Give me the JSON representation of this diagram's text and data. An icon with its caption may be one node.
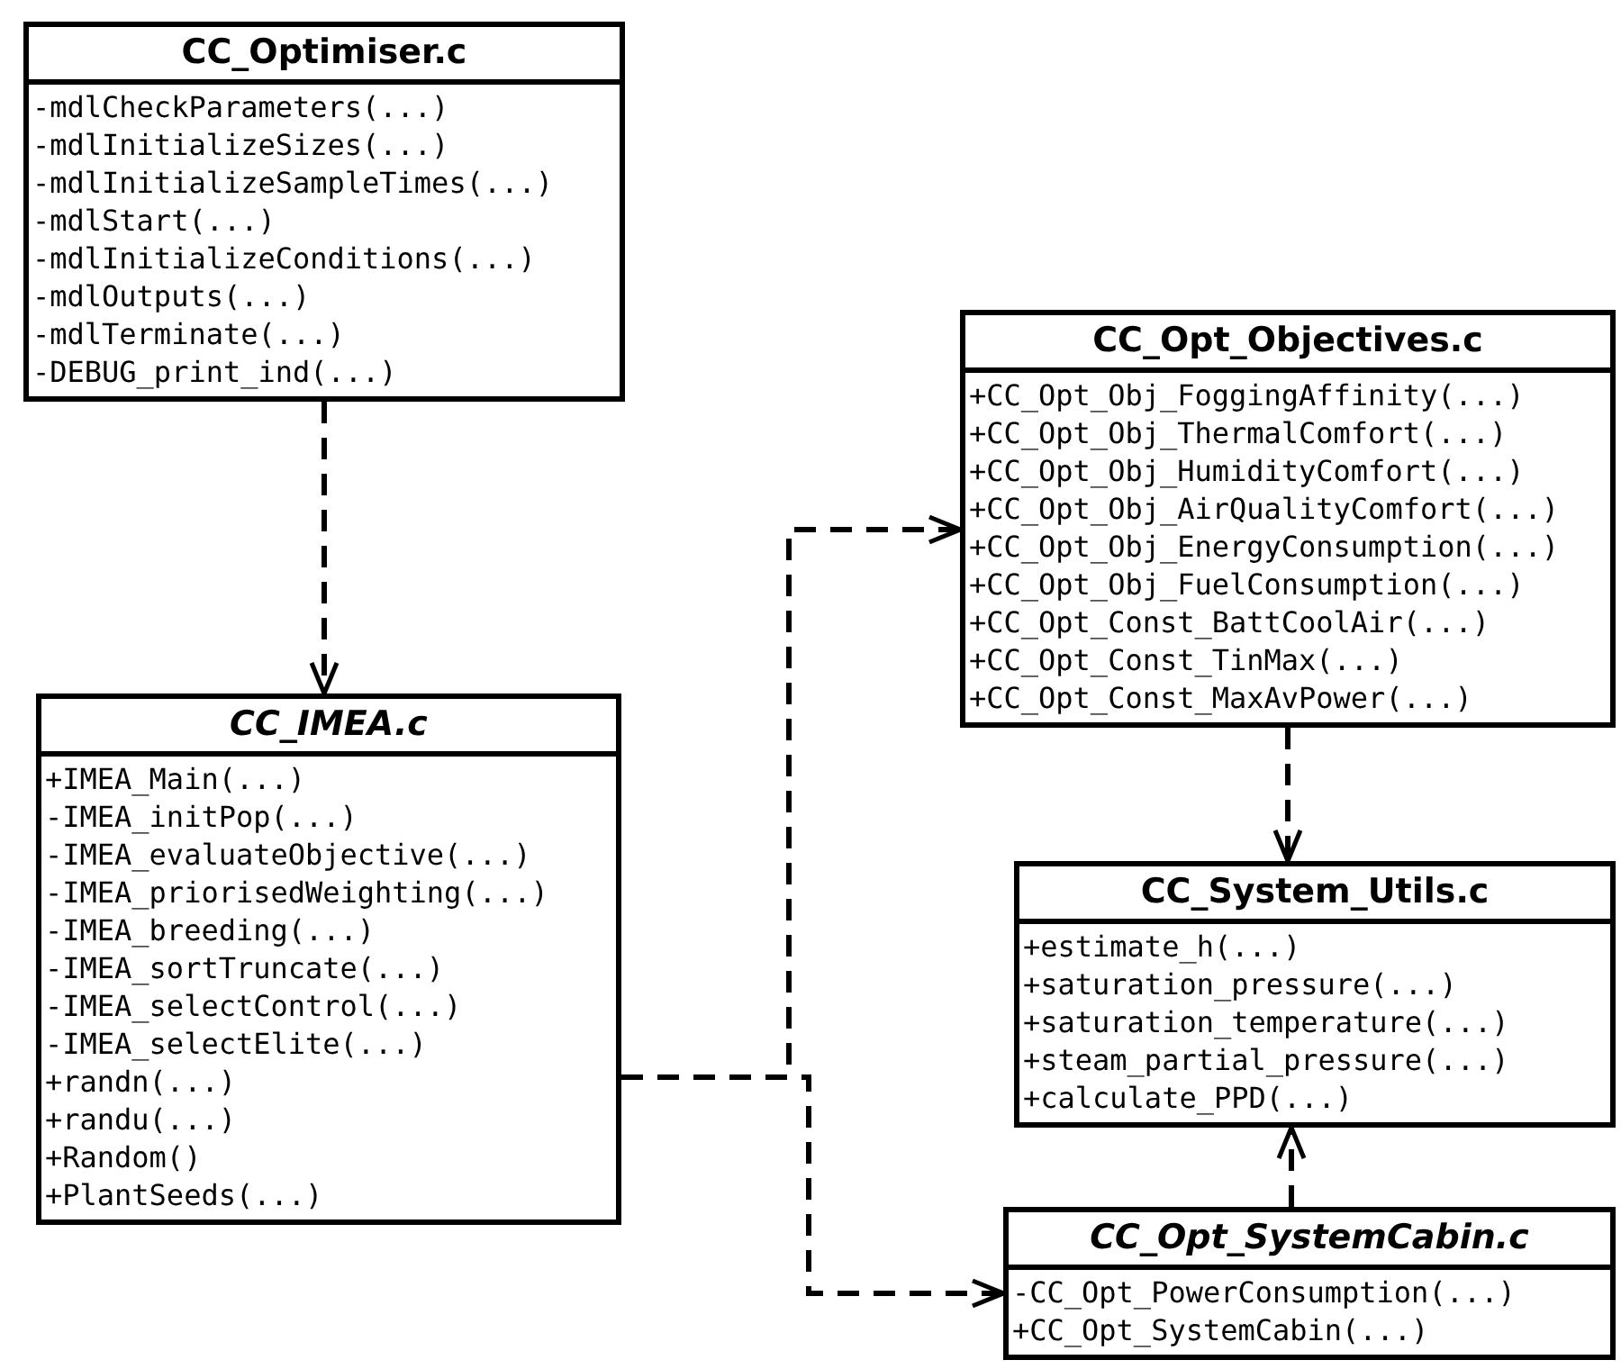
{
  "diagram": {
    "nodes": [
      {
        "text": [
          "CC_Optimiser.c",
          "-mdlCheckParameters(...)",
          "-mdlInitializeSizes(...)",
          "-mdlInitializeSampleTimes(...)",
          "-mdlStart(...)",
          "-mdlInitializeConditions(...)",
          "-mdlOutputs(...)",
          "-mdlTerminate(...)",
          "-DEBUG_print_ind(...)"
        ]
      },
      {
        "text": [
          "CC_Opt_Objectives.c",
          "+CC_Opt_Obj_FoggingAffinity(...)",
          "+CC_Opt_Obj_ThermalComfort(...)",
          "+CC_Opt_Obj_HumidityComfort(...)",
          "+CC_Opt_Obj_AirQualityComfort(...)",
          "+CC_Opt_Obj_EnergyConsumption(...)",
          "+CC_Opt_Obj_FuelConsumption(...)",
          "+CC_Opt_Const_BattCoolAir(...)",
          "+CC_Opt_Const_TinMax(...)",
          "+CC_Opt_Const_MaxAvPower(...)"
        ]
      },
      {
        "text": [
          "CC_IMEA.c",
          "+IMEA_Main(...)",
          "-IMEA_initPop(...)",
          "-IMEA_evaluateObjective(...)",
          "-IMEA_priorisedWeighting(...)",
          "-IMEA_breeding(...)",
          "-IMEA_sortTruncate(...)",
          "-IMEA_selectControl(...)",
          "-IMEA_selectElite(...)",
          "+randn(...)",
          "+randu(...)",
          "+Random()",
          "+PlantSeeds(...)"
        ]
      },
      {
        "text": [
          "CC_System_Utils.c",
          "+estimate_h(...)",
          "+saturation_pressure(...)",
          "+saturation_temperature(...)",
          "+steam_partial_pressure(...)",
          "+calculate_PPD(...)"
        ]
      },
      {
        "text": [
          "CC_Opt_SystemCabin.c",
          "-CC_Opt_PowerConsumption(...)",
          "+CC_Opt_SystemCabin(...)"
        ]
      }
    ],
    "edges": [
      {
        "from": 0,
        "to": 2,
        "arrow": "to",
        "style": "dashed"
      },
      {
        "from": 2,
        "to": 1,
        "arrow": "to",
        "style": "dashed"
      },
      {
        "from": 2,
        "to": 4,
        "arrow": "to",
        "style": "dashed"
      },
      {
        "from": 1,
        "to": 3,
        "arrow": "to",
        "style": "dashed"
      },
      {
        "from": 4,
        "to": 3,
        "arrow": "to",
        "style": "dashed"
      }
    ]
  }
}
